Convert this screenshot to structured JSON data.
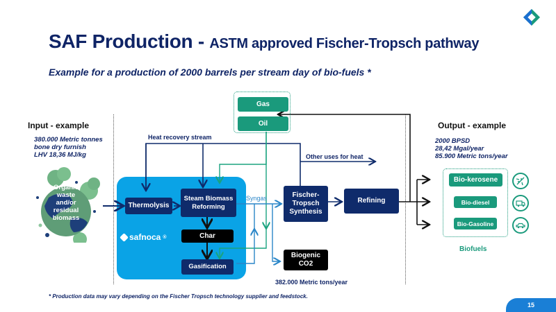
{
  "header": {
    "title_main": "SAF Production - ",
    "title_sub": "ASTM approved Fischer-Tropsch pathway",
    "subtitle": "Example for a production of 2000 barrels per stream day of bio-fuels *"
  },
  "input": {
    "heading": "Input - example",
    "stats": [
      "380.000 Metric tonnes",
      "bone dry furnish",
      "LHV 18,36 MJ/kg"
    ],
    "feedstock_lines": [
      "Organic",
      "waste",
      "and/or",
      "residual",
      "biomass"
    ]
  },
  "process": {
    "thermolysis": "Thermolysis",
    "steam_reforming": [
      "Steam Biomass",
      "Reforming"
    ],
    "char": "Char",
    "gasification": "Gasification",
    "brand": "safnoca",
    "brand_mark": "®",
    "fischer_tropsch": [
      "Fischer-",
      "Tropsch",
      "Synthesis"
    ],
    "refining": "Refining",
    "biogenic_co2": [
      "Biogenic",
      "CO2"
    ],
    "co2_amount": "382.000 Metric tons/year",
    "gas": "Gas",
    "oil": "Oil"
  },
  "flows": {
    "heat_recovery": "Heat recovery stream",
    "other_heat": "Other uses for heat",
    "syngas": "Syngas"
  },
  "output": {
    "heading": "Output - example",
    "stats": [
      "2000 BPSD",
      "28,42 Mgal/year",
      "85.900 Metric tons/year"
    ],
    "products": [
      {
        "label": "Bio-kerosene",
        "icon": "airplane-icon",
        "glyph": "✈"
      },
      {
        "label": "Bio-diesel",
        "icon": "truck-icon",
        "glyph": "🚚"
      },
      {
        "label": "Bio-Gasoline",
        "icon": "car-icon",
        "glyph": "🚗"
      }
    ],
    "group_label": "Biofuels"
  },
  "footer": {
    "footnote": "* Production data may vary depending on the Fischer Tropsch technology supplier and feedstock.",
    "page_number": "15"
  },
  "colors": {
    "navy": "#0f2b6b",
    "green": "#1a9a7c",
    "safnoca_blue": "#0aa3e6",
    "syngas_blue": "#2a86c8"
  }
}
